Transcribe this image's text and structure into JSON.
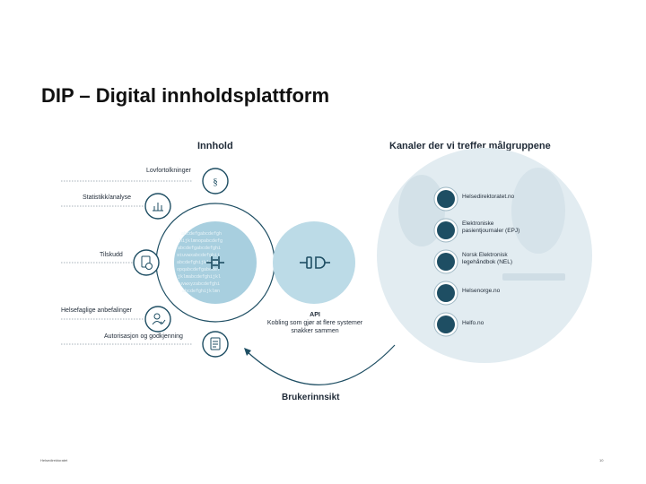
{
  "title": "DIP – Digital innholdsplattform",
  "headers": {
    "content": "Innhold",
    "channels": "Kanaler der vi treffer målgruppene"
  },
  "content_items": [
    {
      "label": "Lovfortolkninger",
      "icon": "paragraph-icon"
    },
    {
      "label": "Statistikk/analyse",
      "icon": "bar-chart-icon"
    },
    {
      "label": "Tilskudd",
      "icon": "document-coin-icon"
    },
    {
      "label": "Helsefaglige anbefalinger",
      "icon": "person-check-icon"
    },
    {
      "label": "Autorisasjon og godkjenning",
      "icon": "certificate-icon"
    }
  ],
  "api": {
    "title": "API",
    "description": "Kobling som gjør at flere systemer snakker sammen"
  },
  "channels": [
    {
      "label": "Helsedirektoratet.no"
    },
    {
      "label": "Elektroniske pasientjournaler (EPJ)"
    },
    {
      "label": "Norsk Elektronisk legehåndbok (NEL)"
    },
    {
      "label": "Helsenorge.no"
    },
    {
      "label": "Helfo.no"
    }
  ],
  "feedback_label": "Brukerinnsikt",
  "footer": {
    "left": "Helsedirektoratet",
    "page": "10"
  },
  "colors": {
    "dark_teal": "#1e4e63",
    "light_blue": "#bcdbe7",
    "hub_blue": "#a8cfdf",
    "photo_tint": "#e2ecf1"
  }
}
